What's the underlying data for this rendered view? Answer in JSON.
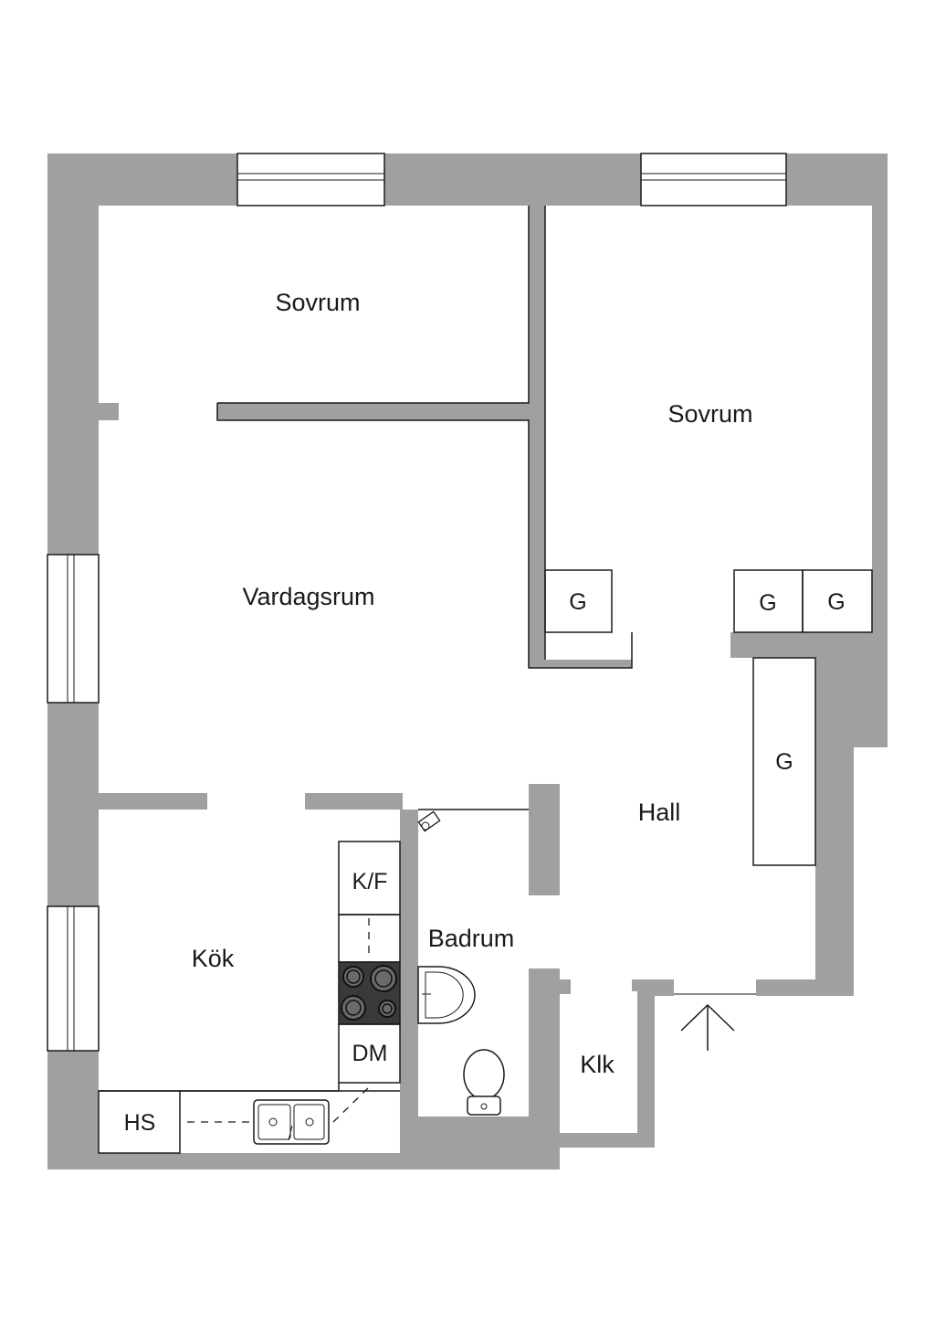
{
  "rooms": {
    "sovrum_left": "Sovrum",
    "sovrum_right": "Sovrum",
    "vardagsrum": "Vardagsrum",
    "hall": "Hall",
    "kok": "Kök",
    "badrum": "Badrum",
    "klk": "Klk"
  },
  "fixtures": {
    "wardrobe_1": "G",
    "wardrobe_2": "G",
    "wardrobe_3": "G",
    "wardrobe_4": "G",
    "fridge": "K/F",
    "dishwasher": "DM",
    "pantry": "HS"
  },
  "colors": {
    "wall": "#a0a0a0",
    "line": "#1a1a1a",
    "cooktop": "#3a3a3a"
  }
}
